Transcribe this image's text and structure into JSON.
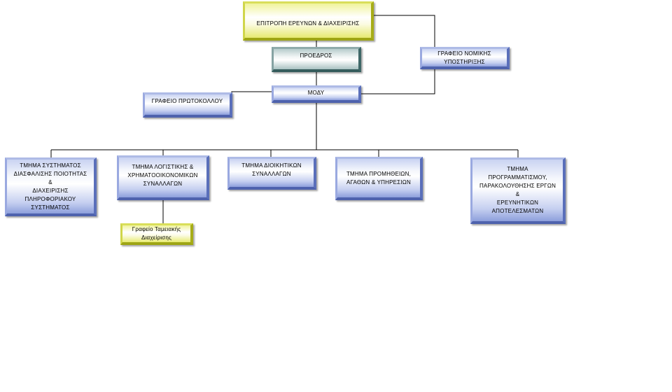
{
  "nodes": {
    "board": "ΕΠΙΤΡΟΠΗ ΕΡΕΥΝΩΝ & ΔΙΑΧΕΙΡΙΣΗΣ",
    "chair": "ΠΡΟΕΔΡΟΣ",
    "legal": "ΓΡΑΦΕΙΟ ΝΟΜΙΚΗΣ\nΥΠΟΣΤΗΡΙΞΗΣ",
    "modu": "ΜΟΔΥ",
    "protocol": "ΓΡΑΦΕΙΟ ΠΡΩΤΟΚΟΛΛΟΥ",
    "quality": "ΤΜΗΜΑ ΣΥΣΤΗΜΑΤΟΣ\nΔΙΑΣΦΑΛΙΣΗΣ ΠΟΙΟΤΗΤΑΣ &\nΔΙΑΧΕΙΡΙΣΗΣ\nΠΛΗΡΟΦΟΡΙΑΚΟΥ\nΣΥΣΤΗΜΑΤΟΣ",
    "accounting": "ΤΜΗΜΑ ΛΟΓΙΣΤΙΚΗΣ &\nΧΡΗΜΑΤΟΟΙΚΟΝΟΜΙΚΩΝ\nΣΥΝΑΛΛΑΓΩΝ",
    "administrative": "ΤΜΗΜΑ ΔΙΟΙΚΗΤΙΚΩΝ\nΣΥΝΑΛΛΑΓΩΝ",
    "procurement": "ΤΜΗΜΑ ΠΡΟΜΗΘΕΙΩΝ,\nΑΓΑΘΩΝ & ΥΠΗΡΕΣΙΩΝ",
    "programming": "ΤΜΗΜΑ\nΠΡΟΓΡΑΜΜΑΤΙΣΜΟΥ,\nΠΑΡΑΚΟΛΟΥΘΗΣΗΣ ΕΡΓΩΝ &\nΕΡΕΥΝΗΤΙΚΩΝ\nΑΠΟΤΕΛΕΣΜΑΤΩΝ",
    "treasury": "Γραφείο Ταμειακής\nΔιαχείρισης"
  },
  "colors": {
    "blue_box": "#8d9fdc",
    "yellow_box": "#e6ea70",
    "teal_box": "#355c5c",
    "connector": "#000000"
  }
}
